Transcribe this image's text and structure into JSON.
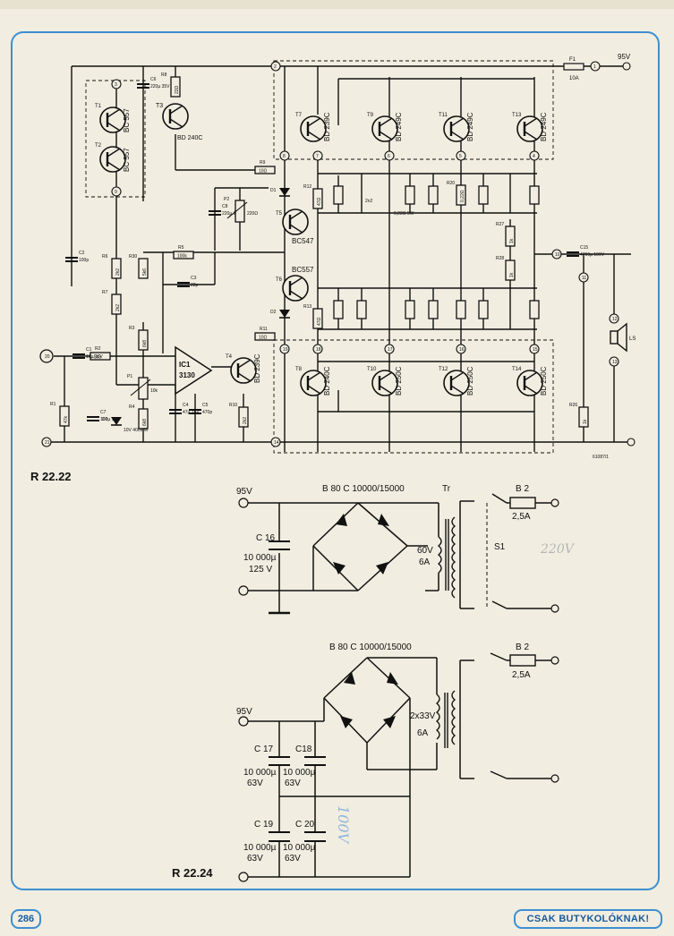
{
  "page": {
    "page_number": "286",
    "footer_title": "CSAK BUTYKOLÓKNAK!",
    "figure_refs": [
      "R 22.22",
      "R 22.24"
    ],
    "drawing_code": "61087/1"
  },
  "amplifier": {
    "supply_label": "95V",
    "fuse": {
      "ref": "F1",
      "value": "10A"
    },
    "transistors": [
      {
        "ref": "T1",
        "type": "BC 557"
      },
      {
        "ref": "T2",
        "type": "BC 557"
      },
      {
        "ref": "T3",
        "type": "BD 240C"
      },
      {
        "ref": "T4",
        "type": "BD 239C"
      },
      {
        "ref": "T5",
        "type": "BC547"
      },
      {
        "ref": "T6",
        "type": "BC557"
      },
      {
        "ref": "T7",
        "type": "BD 239C"
      },
      {
        "ref": "T8",
        "type": "BD 240C"
      },
      {
        "ref": "T9",
        "type": "BD 249C"
      },
      {
        "ref": "T10",
        "type": "BD 250C"
      },
      {
        "ref": "T11",
        "type": "BD 249C"
      },
      {
        "ref": "T12",
        "type": "BD 250C"
      },
      {
        "ref": "T13",
        "type": "BD 249C"
      },
      {
        "ref": "T14",
        "type": "BD 250C"
      }
    ],
    "opamp": {
      "ref": "IC1",
      "type": "3130"
    },
    "resistors": [
      {
        "ref": "R1",
        "value": "47k"
      },
      {
        "ref": "R2",
        "value": "3k3"
      },
      {
        "ref": "R3",
        "value": "6k8"
      },
      {
        "ref": "R4",
        "value": "6k8"
      },
      {
        "ref": "R5",
        "value": "100k"
      },
      {
        "ref": "R6",
        "value": "2k2"
      },
      {
        "ref": "R7",
        "value": "2k2"
      },
      {
        "ref": "R8",
        "value": "22Ω"
      },
      {
        "ref": "R9",
        "value": "10Ω"
      },
      {
        "ref": "R10",
        "value": "2k2"
      },
      {
        "ref": "R11",
        "value": "10Ω"
      },
      {
        "ref": "R12",
        "value": "47Ω"
      },
      {
        "ref": "R13",
        "value": "47Ω"
      },
      {
        "ref": "R20",
        "value": "0,22Ω"
      },
      {
        "ref": "R26",
        "value": "1k"
      },
      {
        "ref": "R27",
        "value": "1k"
      },
      {
        "ref": "R28",
        "value": "1k"
      },
      {
        "ref": "R30",
        "value": "5k6"
      }
    ],
    "capacitors": [
      {
        "ref": "C1",
        "value": "10µ/16V"
      },
      {
        "ref": "C2",
        "value": "100p"
      },
      {
        "ref": "C3",
        "value": "22p"
      },
      {
        "ref": "C4",
        "value": "47µ 16V"
      },
      {
        "ref": "C5",
        "value": "470p"
      },
      {
        "ref": "C6",
        "value": "220µ 35V"
      },
      {
        "ref": "C7",
        "value": "100µ 16V"
      },
      {
        "ref": "C8",
        "value": "220µ 16V"
      },
      {
        "ref": "C15",
        "value": "4700µ 100V"
      }
    ],
    "pots": [
      {
        "ref": "P1",
        "value": "10k"
      },
      {
        "ref": "P2",
        "value": "220Ω"
      }
    ],
    "diodes": [
      {
        "ref": "D1"
      },
      {
        "ref": "D2"
      },
      {
        "ref": "D3",
        "value": "10V 400mW"
      }
    ],
    "caps_small": "2n2",
    "power_res": "0,22Ω 5W",
    "speaker": "LS",
    "nodes": [
      "1",
      "2",
      "3",
      "4",
      "5",
      "6",
      "7",
      "8",
      "9",
      "10",
      "11",
      "12",
      "13",
      "14",
      "15",
      "16",
      "17",
      "18",
      "19",
      "20",
      "21"
    ]
  },
  "psu_a": {
    "voltage": "95V",
    "bridge": "B 80 C 10000/15000",
    "cap_ref": "C 16",
    "cap_value": "10 000µ",
    "cap_voltage": "125 V",
    "transformer_ref": "Tr",
    "secondary": "60V",
    "secondary_current": "6A",
    "switch": "S1",
    "fuse_ref": "B 2",
    "fuse_value": "2,5A",
    "mains_note": "220V"
  },
  "psu_b": {
    "voltage": "95V",
    "bridge": "B 80 C 10000/15000",
    "secondary": "2x33V",
    "secondary_current": "6A",
    "fuse_ref": "B 2",
    "fuse_value": "2,5A",
    "caps": [
      {
        "ref": "C 17",
        "value": "10 000µ",
        "voltage": "63V"
      },
      {
        "ref": "C18",
        "value": "10 000µ",
        "voltage": "63V"
      },
      {
        "ref": "C 19",
        "value": "10 000µ",
        "voltage": "63V"
      },
      {
        "ref": "C 20",
        "value": "10 000µ",
        "voltage": "63V"
      }
    ],
    "handwritten_note": "100V"
  },
  "colors": {
    "border": "#3d8fd0",
    "ink": "#111111",
    "pencil": "#8a8a8a"
  }
}
